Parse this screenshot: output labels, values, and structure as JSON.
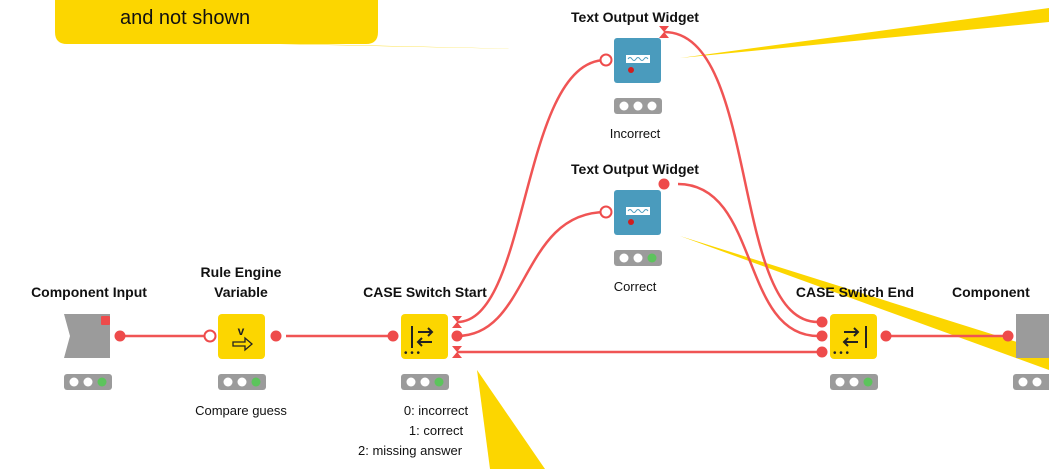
{
  "colors": {
    "connection": "#f05454",
    "port": "#ee4b4b",
    "callout": "#fcd600",
    "yellow_node": "#fcd600",
    "blue_node": "#4a9bbd",
    "gray_node": "#9b9b9b",
    "status_bg": "#9b9b9b",
    "status_green": "#5cc45c",
    "status_off": "#ffffff"
  },
  "callout": {
    "text": "and not shown"
  },
  "nodes": {
    "component_input": {
      "title": "Component Input",
      "icon": "component-input-icon",
      "status": [
        "off",
        "off",
        "green"
      ]
    },
    "rule_engine": {
      "title_line1": "Rule Engine",
      "title_line2": "Variable",
      "label": "Compare guess",
      "icon": "rule-engine-icon",
      "status": [
        "off",
        "off",
        "green"
      ]
    },
    "case_start": {
      "title": "CASE Switch Start",
      "label_lines": [
        "0: incorrect",
        "1: correct",
        "2: missing answer"
      ],
      "icon": "case-switch-start-icon",
      "status": [
        "off",
        "off",
        "green"
      ]
    },
    "text_output_top": {
      "title": "Text Output Widget",
      "label": "Incorrect",
      "icon": "text-output-icon",
      "status": [
        "off",
        "off",
        "off"
      ]
    },
    "text_output_bottom": {
      "title": "Text Output Widget",
      "label": "Correct",
      "icon": "text-output-icon",
      "status": [
        "off",
        "off",
        "green"
      ]
    },
    "case_end": {
      "title": "CASE Switch End",
      "icon": "case-switch-end-icon",
      "status": [
        "off",
        "off",
        "green"
      ]
    },
    "component_output": {
      "title": "Component",
      "icon": "component-output-icon",
      "status": [
        "off",
        "off"
      ]
    }
  }
}
